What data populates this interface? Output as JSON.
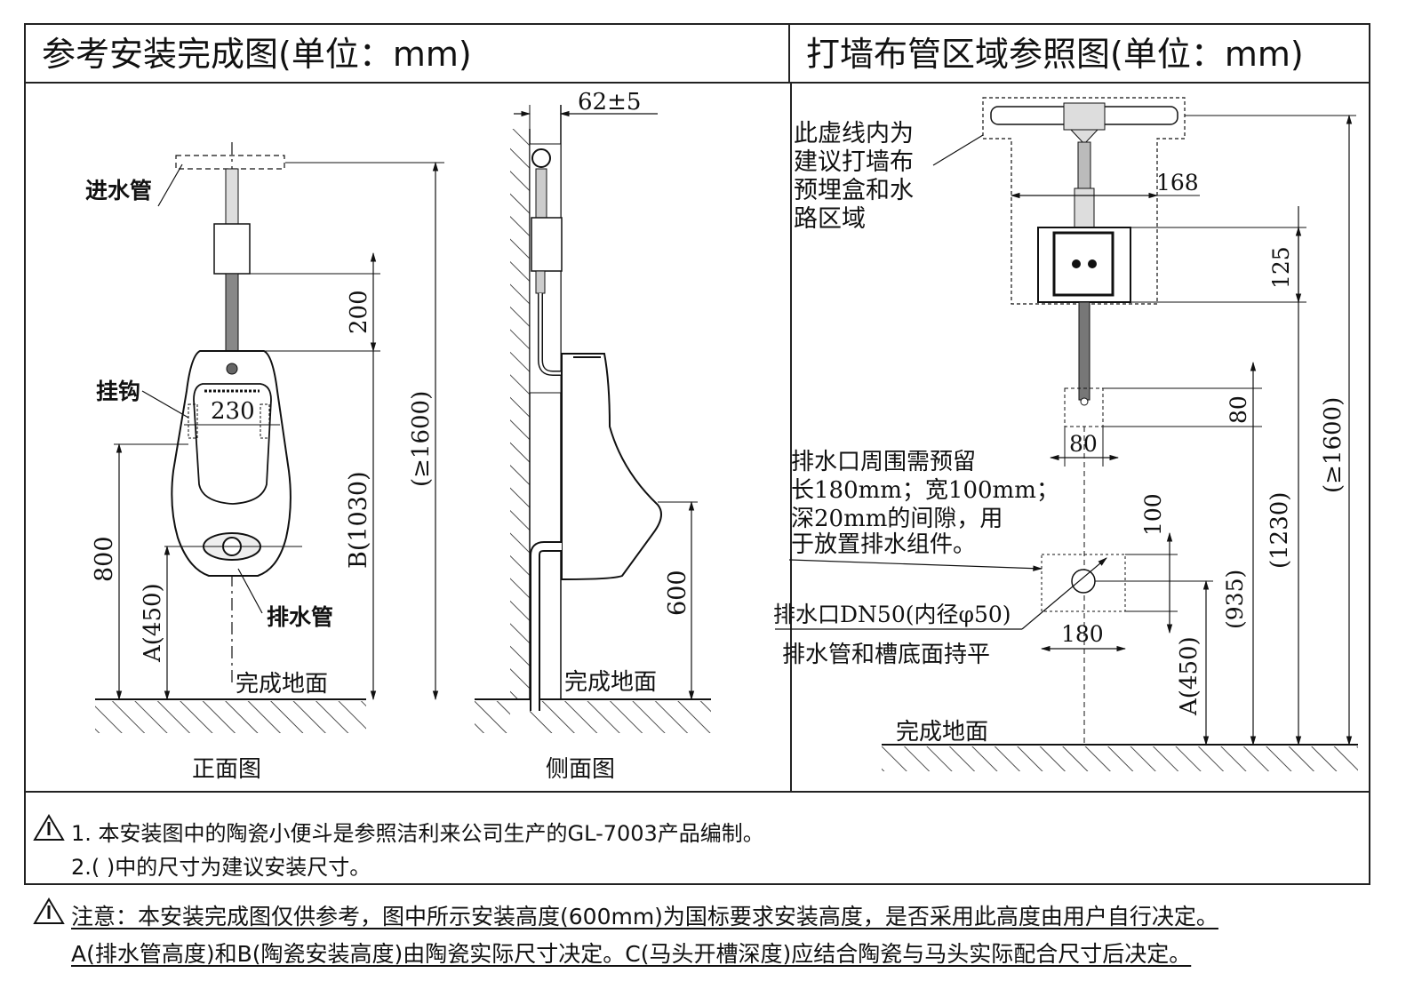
{
  "header": {
    "left_title": "参考安装完成图(单位：mm)",
    "right_title": "打墙布管区域参照图(单位：mm)"
  },
  "front_view": {
    "inlet_pipe": "进水管",
    "hook": "挂钩",
    "drain_pipe": "排水管",
    "floor": "完成地面",
    "caption": "正面图",
    "dim_200": "200",
    "dim_230": "230",
    "dim_800": "800",
    "dim_A": "A(450)",
    "dim_B": "B(1030)",
    "dim_1600": "(≥1600)"
  },
  "side_view": {
    "dim_top": "62±5",
    "dim_600": "600",
    "floor": "完成地面",
    "caption": "侧面图"
  },
  "wall_view": {
    "zone_note": [
      "此虚线内为",
      "建议打墙布",
      "预埋盒和水",
      "路区域"
    ],
    "dim_168": "168",
    "dim_125": "125",
    "dim_80_v": "80",
    "dim_80_h": "80",
    "drain_note": [
      "排水口周围需预留",
      "长180mm；宽100mm；",
      "深20mm的间隙，用",
      "于放置排水组件。"
    ],
    "dim_100": "100",
    "dim_180": "180",
    "drain_label": "排水口DN50(内径φ50)",
    "drain_level": "排水管和槽底面持平",
    "floor": "完成地面",
    "dim_A": "A(450)",
    "dim_935": "(935)",
    "dim_1230": "(1230)",
    "dim_1600": "(≥1600)"
  },
  "notes": {
    "line1": "1. 本安装图中的陶瓷小便斗是参照洁利来公司生产的GL-7003产品编制。",
    "line2": "2.( )中的尺寸为建议安装尺寸。"
  },
  "warning": {
    "line1": "注意：本安装完成图仅供参考，图中所示安装高度(600mm)为国标要求安装高度，是否采用此高度由用户自行决定。",
    "line2": "A(排水管高度)和B(陶瓷安装高度)由陶瓷实际尺寸决定。C(马头开槽深度)应结合陶瓷与马头实际配合尺寸后决定。"
  }
}
